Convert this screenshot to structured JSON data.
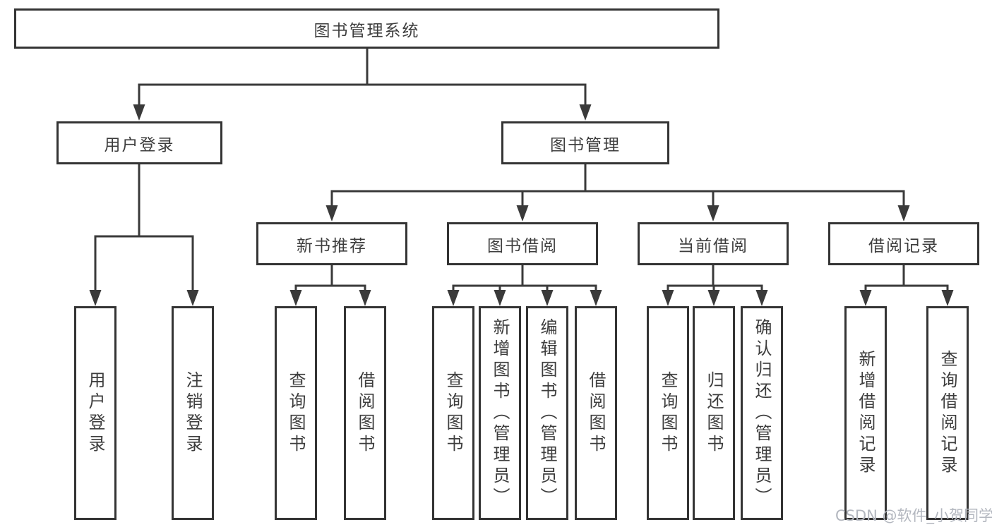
{
  "tree": {
    "root": {
      "label": "图书管理系统",
      "children": [
        {
          "label": "用户登录",
          "children": [
            {
              "label": "用户登录"
            },
            {
              "label": "注销登录"
            }
          ]
        },
        {
          "label": "图书管理",
          "children": [
            {
              "label": "新书推荐",
              "children": [
                {
                  "label": "查询图书"
                },
                {
                  "label": "借阅图书"
                }
              ]
            },
            {
              "label": "图书借阅",
              "children": [
                {
                  "label": "查询图书"
                },
                {
                  "label": "新增图书（管理员）"
                },
                {
                  "label": "编辑图书（管理员）"
                },
                {
                  "label": "借阅图书"
                }
              ]
            },
            {
              "label": "当前借阅",
              "children": [
                {
                  "label": "查询图书"
                },
                {
                  "label": "归还图书"
                },
                {
                  "label": "确认归还（管理员）"
                }
              ]
            },
            {
              "label": "借阅记录",
              "children": [
                {
                  "label": "新增借阅记录"
                },
                {
                  "label": "查询借阅记录"
                }
              ]
            }
          ]
        }
      ]
    }
  },
  "watermark": "CSDN @软件_小贺同学",
  "colors": {
    "line": "#3a3a3a",
    "border": "#343434",
    "text": "#3d3d3d",
    "watermark": "#b3b7bf",
    "background": "#ffffff"
  }
}
